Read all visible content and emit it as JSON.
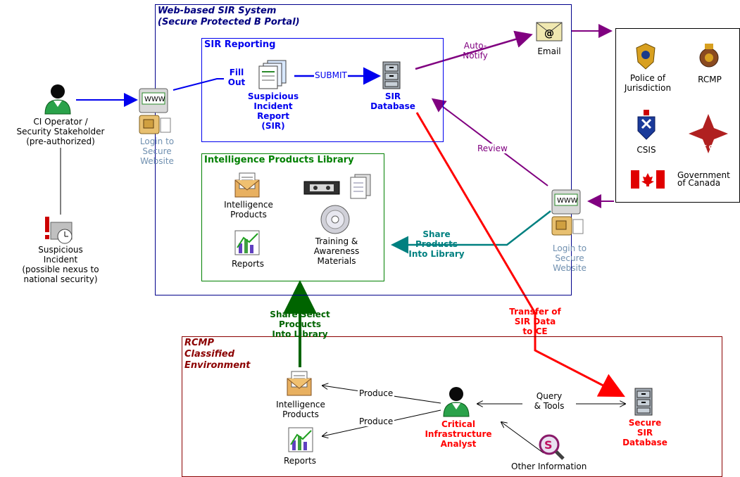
{
  "colors": {
    "blue": "#0000ee",
    "navy": "#000080",
    "purple": "#800080",
    "teal": "#008080",
    "green": "#006400",
    "red": "#ff0000",
    "darkred": "#8b0000",
    "grey_text": "#7090b0"
  },
  "portal": {
    "title": "Web-based SIR System\n(Secure Protected B Portal)"
  },
  "sir_reporting": {
    "title": "SIR Reporting",
    "fill_out": "Fill\nOut",
    "report_label": "Suspicious\nIncident\nReport\n(SIR)",
    "submit": "SUBMIT",
    "database": "SIR\nDatabase"
  },
  "library": {
    "title": "Intelligence Products Library",
    "intel_products": "Intelligence\nProducts",
    "reports": "Reports",
    "training": "Training &\nAwareness\nMaterials"
  },
  "left": {
    "operator": "CI Operator /\nSecurity Stakeholder\n(pre-authorized)",
    "incident": "Suspicious\nIncident\n(possible nexus to\nnational security)",
    "login": "Login to\nSecure\nWebsite"
  },
  "right": {
    "auto_notify": "Auto-\nNotify",
    "email": "Email",
    "email_glyph": "@",
    "review": "Review",
    "login": "Login to\nSecure\nWebsite",
    "share_products": "Share\nProducts\nInto Library"
  },
  "agencies": {
    "police": "Police of\nJurisdiction",
    "rcmp": "RCMP",
    "csis": "CSIS",
    "goc": "Government\nof Canada",
    "eqac_logo": "IQAC CIEM"
  },
  "middle": {
    "share_select": "Share Select\nProducts\nInto Library",
    "transfer": "Transfer of\nSIR Data\nto CE"
  },
  "rcmp_env": {
    "title": "RCMP\nClassified\nEnvironment",
    "intel_products": "Intelligence\nProducts",
    "reports": "Reports",
    "produce_1": "Produce",
    "produce_2": "Produce",
    "analyst": "Critical\nInfrastructure\nAnalyst",
    "query": "Query\n& Tools",
    "secure_db": "Secure\nSIR\nDatabase",
    "other_info": "Other Information",
    "search_glyph": "S"
  }
}
